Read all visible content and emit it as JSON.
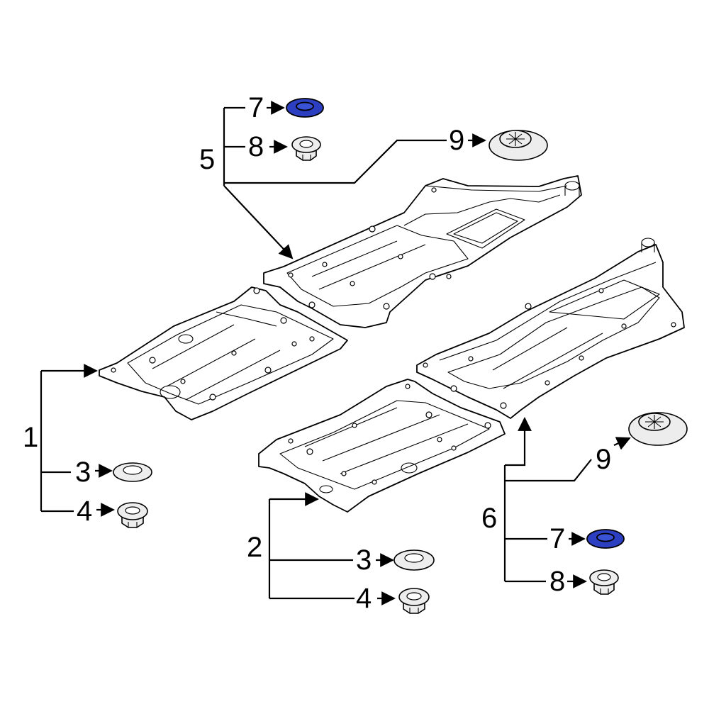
{
  "highlight_color": "#2b3fc0",
  "line_color": "#000000",
  "background_color": "#ffffff",
  "callouts": {
    "c1": "1",
    "c2": "2",
    "c3a": "3",
    "c3b": "3",
    "c4a": "4",
    "c4b": "4",
    "c5": "5",
    "c6": "6",
    "c7a": "7",
    "c7b": "7",
    "c8a": "8",
    "c8b": "8",
    "c9a": "9",
    "c9b": "9"
  },
  "highlighted_part": "7"
}
